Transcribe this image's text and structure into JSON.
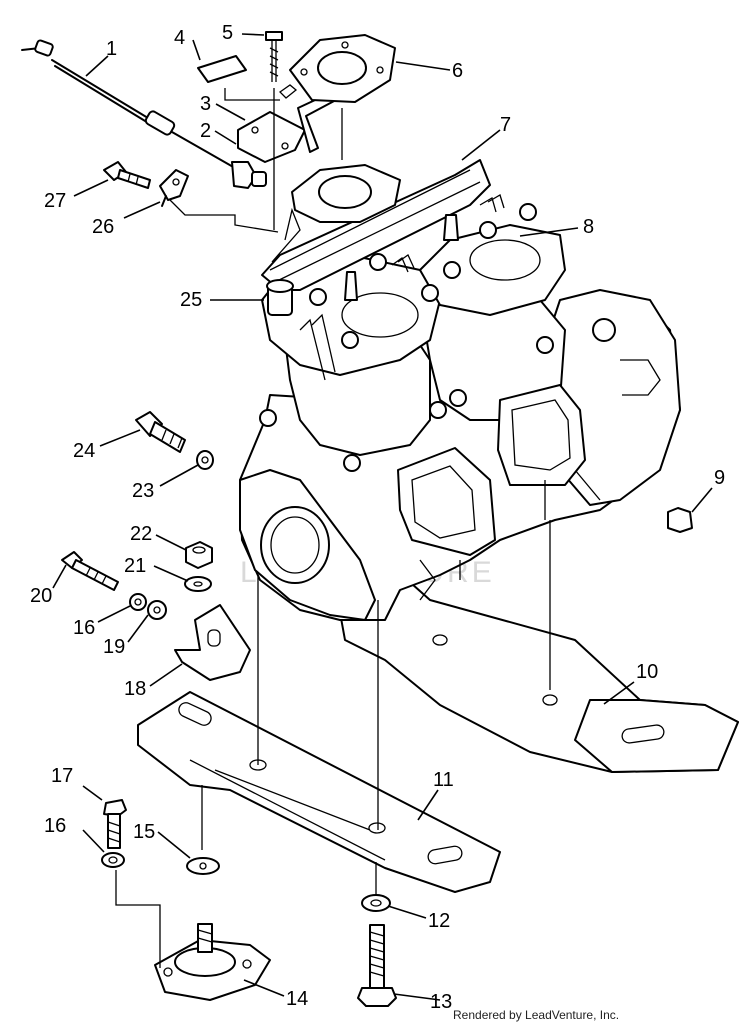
{
  "callouts": [
    {
      "id": "1",
      "label": "1"
    },
    {
      "id": "2",
      "label": "2"
    },
    {
      "id": "3",
      "label": "3"
    },
    {
      "id": "4",
      "label": "4"
    },
    {
      "id": "5",
      "label": "5"
    },
    {
      "id": "6",
      "label": "6"
    },
    {
      "id": "7",
      "label": "7"
    },
    {
      "id": "8",
      "label": "8"
    },
    {
      "id": "9",
      "label": "9"
    },
    {
      "id": "10",
      "label": "10"
    },
    {
      "id": "11",
      "label": "11"
    },
    {
      "id": "12",
      "label": "12"
    },
    {
      "id": "13",
      "label": "13"
    },
    {
      "id": "14",
      "label": "14"
    },
    {
      "id": "15",
      "label": "15"
    },
    {
      "id": "16a",
      "label": "16"
    },
    {
      "id": "16b",
      "label": "16"
    },
    {
      "id": "17",
      "label": "17"
    },
    {
      "id": "18",
      "label": "18"
    },
    {
      "id": "19",
      "label": "19"
    },
    {
      "id": "20",
      "label": "20"
    },
    {
      "id": "21",
      "label": "21"
    },
    {
      "id": "22",
      "label": "22"
    },
    {
      "id": "23",
      "label": "23"
    },
    {
      "id": "24",
      "label": "24"
    },
    {
      "id": "25",
      "label": "25"
    },
    {
      "id": "26",
      "label": "26"
    },
    {
      "id": "27",
      "label": "27"
    }
  ],
  "watermark": "LEADVENTURE",
  "credit": "Rendered by LeadVenture, Inc."
}
